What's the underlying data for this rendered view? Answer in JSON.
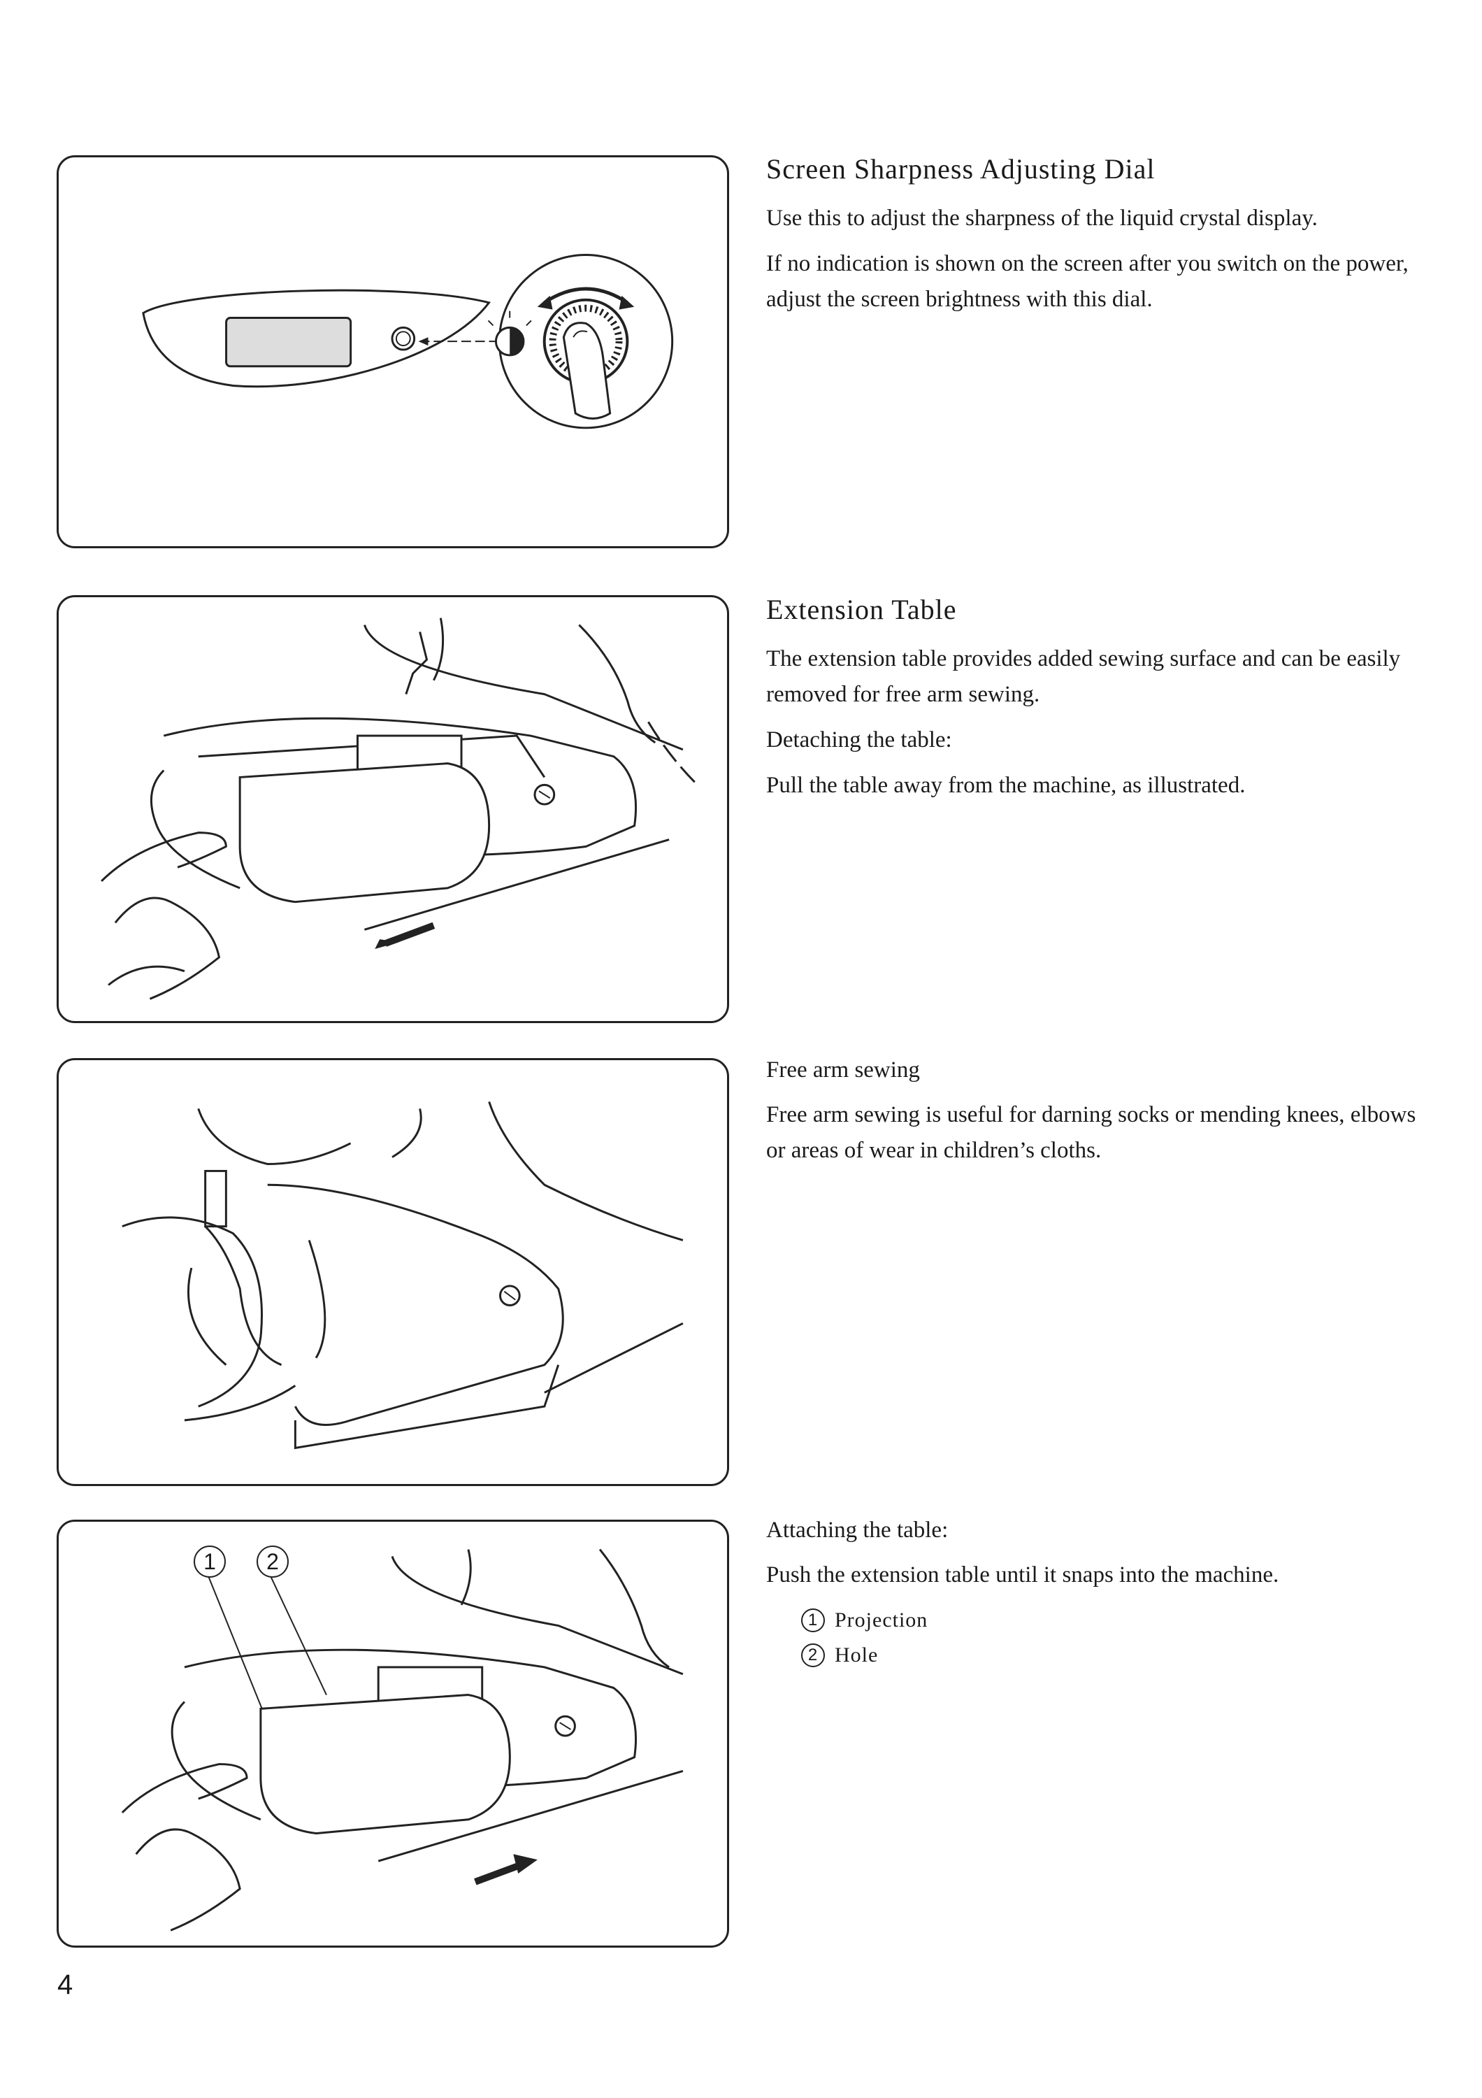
{
  "sections": {
    "sharpness": {
      "heading": "Screen Sharpness Adjusting Dial",
      "para1": "Use this to adjust the sharpness of the liquid crystal display.",
      "para2": "If no indication is shown on the screen after you switch on the power, adjust the screen brightness with this dial."
    },
    "extension": {
      "heading": "Extension Table",
      "para1": "The extension table provides added sewing surface and can be easily removed for free arm sewing.",
      "detach_label": "Detaching the table:",
      "detach_text": "Pull the table away from the machine, as illustrated."
    },
    "free_arm": {
      "heading": "Free arm sewing",
      "para1": "Free arm sewing is useful for darning socks or mending knees, elbows or areas of wear in children’s cloths."
    },
    "attach": {
      "heading": "Attaching the table:",
      "para1": "Push the extension table until it snaps into the machine.",
      "items": [
        {
          "num": "1",
          "label": "Projection"
        },
        {
          "num": "2",
          "label": "Hole"
        }
      ]
    }
  },
  "page_number": "4"
}
